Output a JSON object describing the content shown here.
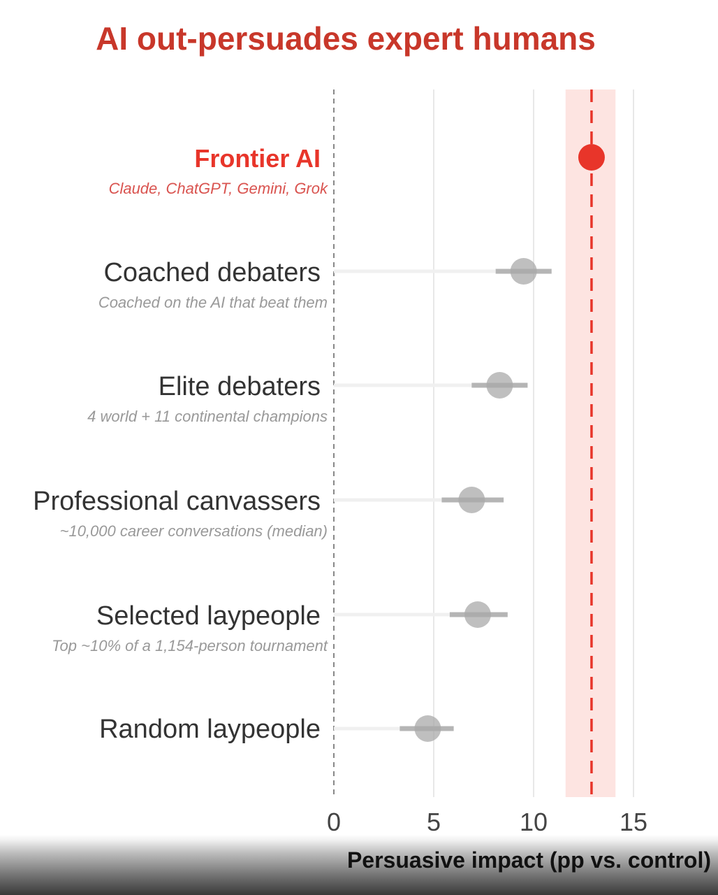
{
  "chart_data": {
    "type": "dot-plot",
    "title": "AI out-persuades expert humans",
    "xlabel": "Persuasive impact (pp vs. control)",
    "xlim": [
      0,
      17.5
    ],
    "xticks": [
      0,
      5,
      10,
      15
    ],
    "grid": "vertical",
    "reference_line": 0,
    "highlight": {
      "label": "Frontier AI",
      "value": 12.9,
      "band": [
        11.6,
        14.1
      ]
    },
    "rows": [
      {
        "label": "Frontier AI",
        "sublabel": "Claude, ChatGPT, Gemini, Grok",
        "value": 12.9,
        "ci": [
          11.6,
          14.1
        ],
        "highlight": true
      },
      {
        "label": "Coached debaters",
        "sublabel": "Coached on the AI that beat them",
        "value": 9.5,
        "ci": [
          8.1,
          10.9
        ],
        "highlight": false
      },
      {
        "label": "Elite debaters",
        "sublabel": "4 world + 11 continental champions",
        "value": 8.3,
        "ci": [
          6.9,
          9.7
        ],
        "highlight": false
      },
      {
        "label": "Professional canvassers",
        "sublabel": "~10,000 career conversations (median)",
        "value": 6.9,
        "ci": [
          5.4,
          8.5
        ],
        "highlight": false
      },
      {
        "label": "Selected laypeople",
        "sublabel": "Top ~10% of a 1,154-person tournament",
        "value": 7.2,
        "ci": [
          5.8,
          8.7
        ],
        "highlight": false
      },
      {
        "label": "Random laypeople",
        "sublabel": "",
        "value": 4.7,
        "ci": [
          3.3,
          6.0
        ],
        "highlight": false
      }
    ],
    "colors": {
      "highlight": "#e8352a",
      "highlight_band": "#fde4e1",
      "title": "#c8372a",
      "sublabel_highlight": "#d9534f",
      "point": "#a9a9a9",
      "label": "#333333",
      "sublabel": "#999999"
    }
  }
}
